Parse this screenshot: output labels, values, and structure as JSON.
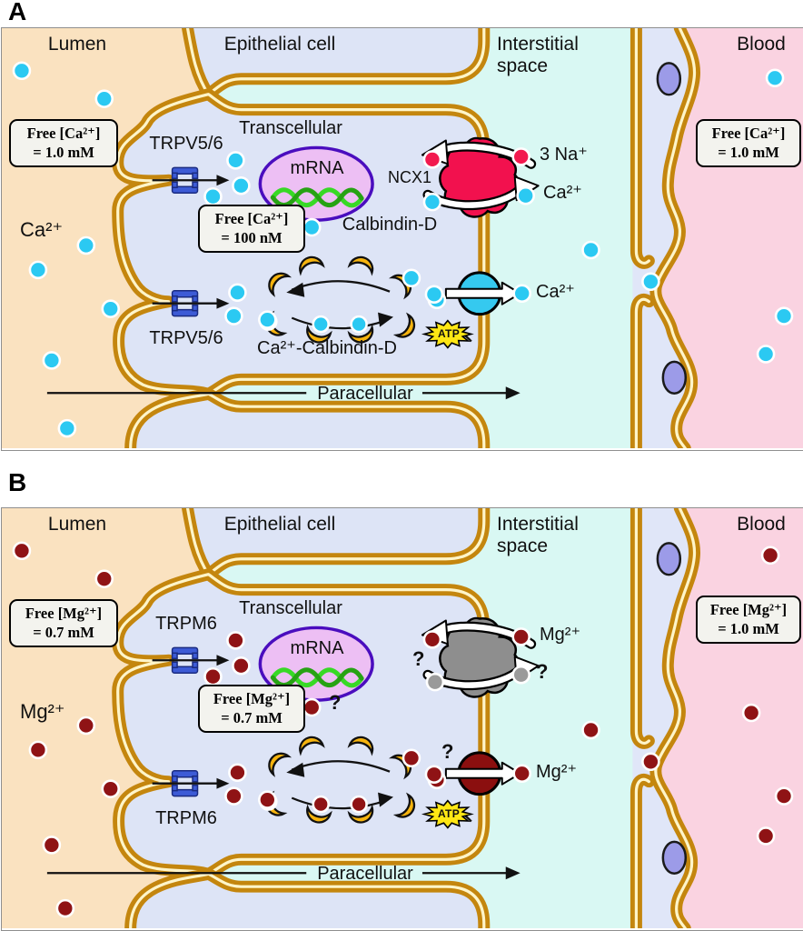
{
  "figure": {
    "panel_a_label": "A",
    "panel_b_label": "B"
  },
  "colors": {
    "membrane": "#C4860E",
    "mem-core": "#FFF5C9",
    "lumen": "#FAE2C0",
    "cytoplasm": "#DDE4F6",
    "interstitial": "#D9F8F3",
    "blood": "#FAD3E1",
    "endothelium": "#E0E6F8",
    "nucleus": "#9C9BE8",
    "ca-ion": "#2BC9F2",
    "mg-ion": "#8F1315",
    "na-ion": "#F2194E",
    "unk-ion": "#9A9A9A",
    "exch-a": "#F2114E",
    "exch-b": "#8E8E8E",
    "pump-a": "#35C9EF",
    "pump-b": "#8B0F0F",
    "channel": "#3D5BD6",
    "crescent": "#F6B40E",
    "mrna-fill": "#EDBFF4",
    "mrna-border": "#4A0DBE",
    "helix1": "#38D926",
    "helix2": "#27A214",
    "atp": "#FFE714"
  },
  "panel_a": {
    "regions": {
      "lumen": "Lumen",
      "epithelial_cell": "Epithelial cell",
      "interstitial": "Interstitial space",
      "blood": "Blood"
    },
    "concentrations": {
      "lumen": {
        "line1": "Free [Ca²⁺]",
        "line2": "= 1.0 mM"
      },
      "cell": {
        "line1": "Free [Ca²⁺]",
        "line2": "= 100 nM"
      },
      "blood": {
        "line1": "Free [Ca²⁺]",
        "line2": "= 1.0 mM"
      }
    },
    "pathways": {
      "transcellular": "Transcellular",
      "paracellular": "Paracellular"
    },
    "apical_channel": {
      "name_top": "TRPV5/6",
      "name_bottom": "TRPV5/6"
    },
    "nucleus_mrna": "mRNA",
    "exchanger": {
      "name": "NCX1",
      "top_label": "3 Na⁺",
      "bottom_label": "Ca²⁺"
    },
    "pump": {
      "out_label": "Ca²⁺",
      "atp": "ATP"
    },
    "buffer": {
      "free": "Calbindin-D",
      "bound": "Ca²⁺-Calbindin-D"
    },
    "lumen_ion": "Ca²⁺"
  },
  "panel_b": {
    "regions": {
      "lumen": "Lumen",
      "epithelial_cell": "Epithelial cell",
      "interstitial": "Interstitial space",
      "blood": "Blood"
    },
    "concentrations": {
      "lumen": {
        "line1": "Free [Mg²⁺]",
        "line2": "= 0.7 mM"
      },
      "cell": {
        "line1": "Free [Mg²⁺]",
        "line2": "= 0.7 mM"
      },
      "blood": {
        "line1": "Free [Mg²⁺]",
        "line2": "= 1.0 mM"
      }
    },
    "pathways": {
      "transcellular": "Transcellular",
      "paracellular": "Paracellular"
    },
    "apical_channel": {
      "name_top": "TRPM6",
      "name_bottom": "TRPM6"
    },
    "nucleus_mrna": "mRNA",
    "exchanger": {
      "top_label": "Mg²⁺",
      "bottom_label": "?",
      "left_label": "?"
    },
    "pump": {
      "out_label": "Mg²⁺",
      "atp": "ATP",
      "question": "?"
    },
    "buffer": {
      "question": "?"
    },
    "lumen_ion": "Mg²⁺"
  }
}
